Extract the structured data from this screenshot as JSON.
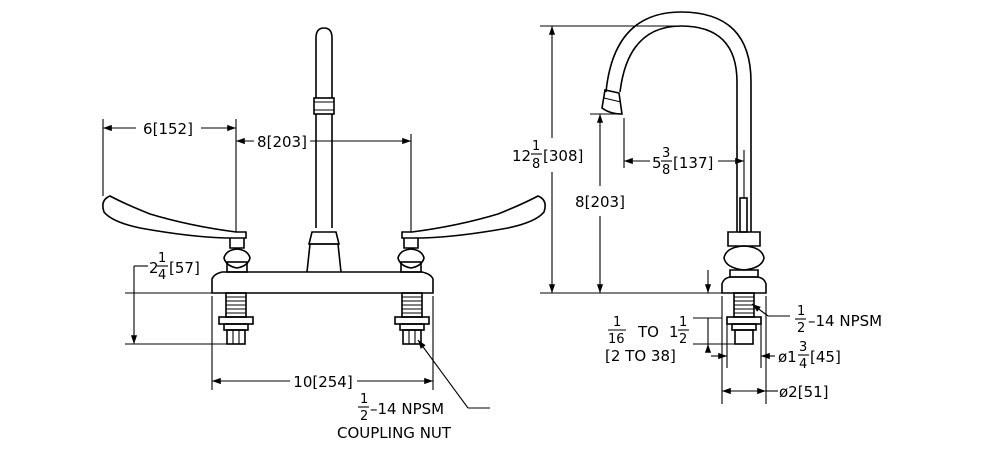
{
  "front_view": {
    "dim_handle_reach": "6[152]",
    "dim_centers": "8[203]",
    "dim_deck_height_whole": "2",
    "dim_deck_height_num": "1",
    "dim_deck_height_den": "4",
    "dim_deck_height_metric": "[57]",
    "dim_width": "10[254]",
    "callout_num": "1",
    "callout_den": "2",
    "callout_rest": "–14  NPSM",
    "callout_line2": "COUPLING NUT"
  },
  "side_view": {
    "dim_height_whole": "12",
    "dim_height_num": "1",
    "dim_height_den": "8",
    "dim_height_metric": "[308]",
    "dim_spout_height": "8[203]",
    "dim_reach_whole": "5",
    "dim_reach_num": "3",
    "dim_reach_den": "8",
    "dim_reach_metric": "[137]",
    "thread_num": "1",
    "thread_den": "2",
    "thread_rest": "–14  NPSM",
    "range_num_a": "1",
    "range_den_a": "16",
    "range_to": "TO",
    "range_whole_b": "1",
    "range_num_b": "1",
    "range_den_b": "2",
    "range_metric": "[2  TO  38]",
    "dia_small_prefix": "ø1",
    "dia_small_num": "3",
    "dia_small_den": "4",
    "dia_small_metric": "[45]",
    "dia_large": "ø2[51]"
  }
}
